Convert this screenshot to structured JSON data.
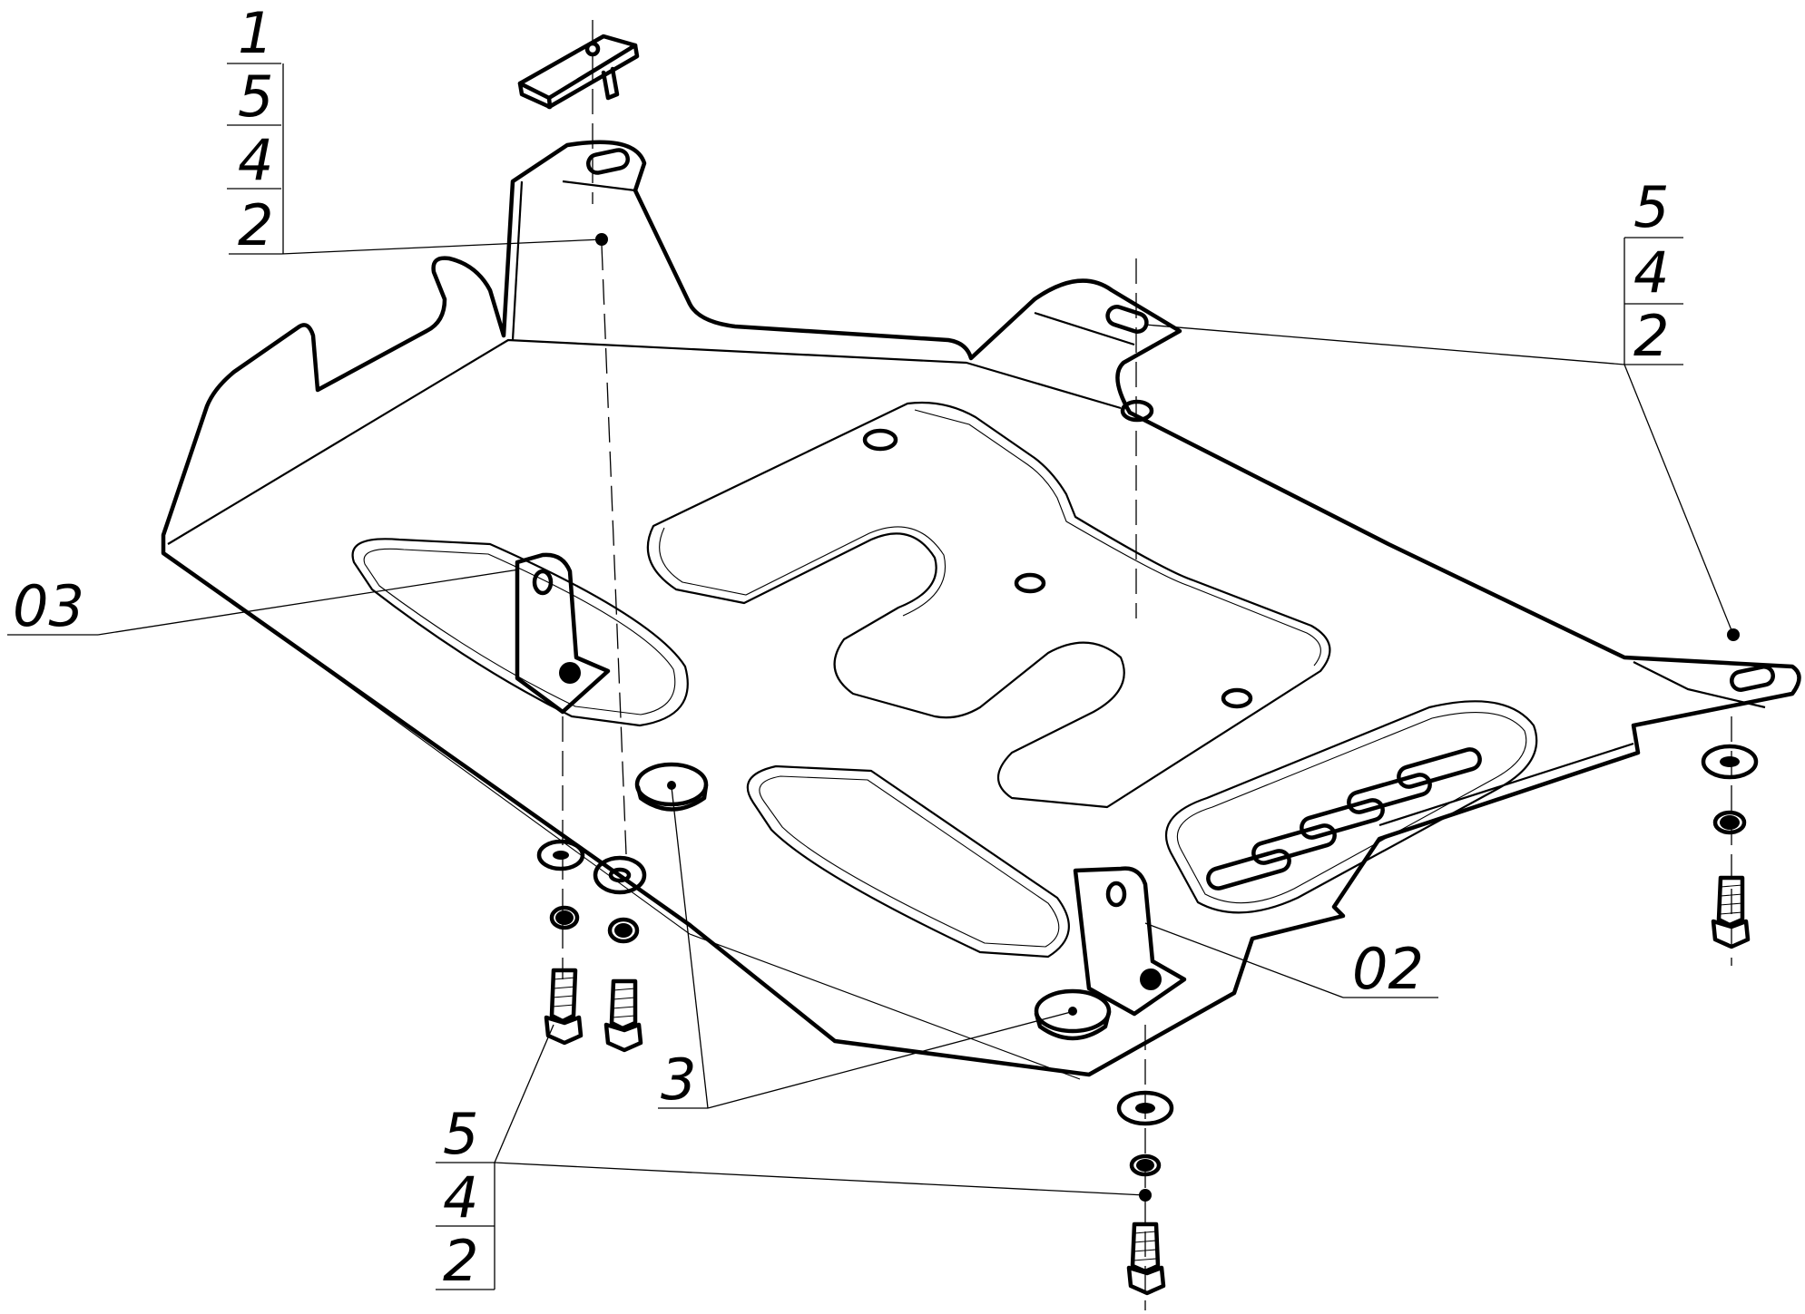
{
  "callouts": {
    "top_left_stack": [
      "1",
      "5",
      "4",
      "2"
    ],
    "right_stack": [
      "5",
      "4",
      "2"
    ],
    "bottom_left_stack": [
      "5",
      "4",
      "2"
    ],
    "part_03": "03",
    "part_02": "02",
    "part_3": "3"
  }
}
